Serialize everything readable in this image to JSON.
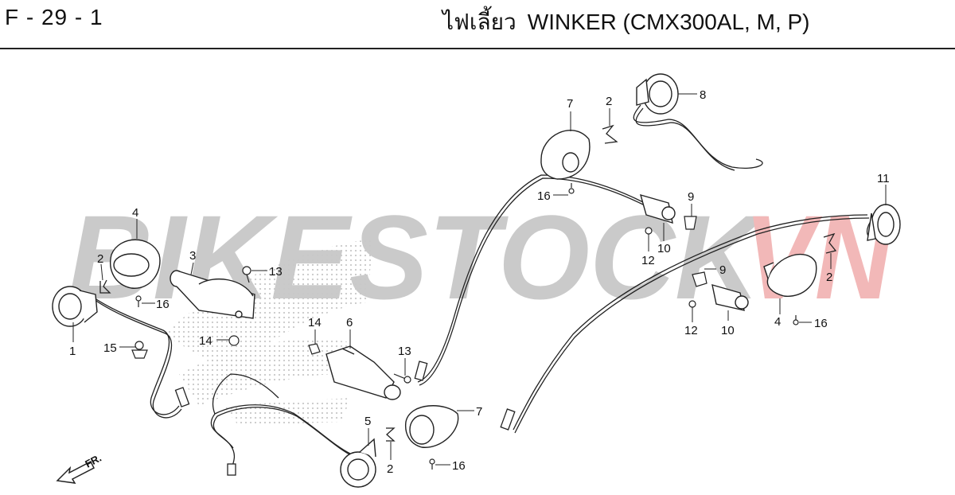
{
  "header": {
    "page_code": "F - 29 - 1",
    "title_thai": "ไฟเลี้ยว",
    "title_en": "WINKER (CMX300AL, M, P)"
  },
  "watermark": {
    "text_main": "BIKESTOCK",
    "text_accent": "VN",
    "color_main": "#c8c8c8",
    "color_accent": "#f2b5b5"
  },
  "direction_label": "FR.",
  "callouts": [
    {
      "id": "c-4-left",
      "label": "4"
    },
    {
      "id": "c-2-left",
      "label": "2"
    },
    {
      "id": "c-16-left",
      "label": "16"
    },
    {
      "id": "c-1",
      "label": "1"
    },
    {
      "id": "c-3",
      "label": "3"
    },
    {
      "id": "c-13-top",
      "label": "13"
    },
    {
      "id": "c-14-left",
      "label": "14"
    },
    {
      "id": "c-15",
      "label": "15"
    },
    {
      "id": "c-14-mid",
      "label": "14"
    },
    {
      "id": "c-6",
      "label": "6"
    },
    {
      "id": "c-13-mid",
      "label": "13"
    },
    {
      "id": "c-5",
      "label": "5"
    },
    {
      "id": "c-2-bottom",
      "label": "2"
    },
    {
      "id": "c-7-bottom",
      "label": "7"
    },
    {
      "id": "c-16-bottom",
      "label": "16"
    },
    {
      "id": "c-7-top",
      "label": "7"
    },
    {
      "id": "c-2-top",
      "label": "2"
    },
    {
      "id": "c-8",
      "label": "8"
    },
    {
      "id": "c-16-top",
      "label": "16"
    },
    {
      "id": "c-9-top",
      "label": "9"
    },
    {
      "id": "c-12-top",
      "label": "12"
    },
    {
      "id": "c-10-top",
      "label": "10"
    },
    {
      "id": "c-11",
      "label": "11"
    },
    {
      "id": "c-2-right",
      "label": "2"
    },
    {
      "id": "c-9-right",
      "label": "9"
    },
    {
      "id": "c-12-right",
      "label": "12"
    },
    {
      "id": "c-10-right",
      "label": "10"
    },
    {
      "id": "c-4-right",
      "label": "4"
    },
    {
      "id": "c-16-right",
      "label": "16"
    }
  ]
}
